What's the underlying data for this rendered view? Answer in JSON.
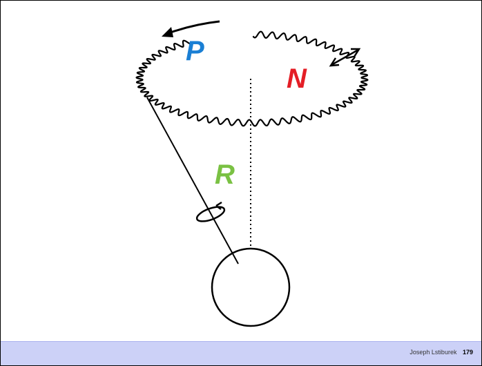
{
  "diagram": {
    "labels": {
      "precession": "P",
      "nutation": "N",
      "rotation": "R"
    },
    "colors": {
      "precession": "#1a7fd4",
      "nutation": "#e41e26",
      "rotation": "#7ac143",
      "stroke": "#000000",
      "footer_bg": "#ccd1f7"
    }
  },
  "footer": {
    "author": "Joseph Lstiburek",
    "page_number": "179"
  }
}
